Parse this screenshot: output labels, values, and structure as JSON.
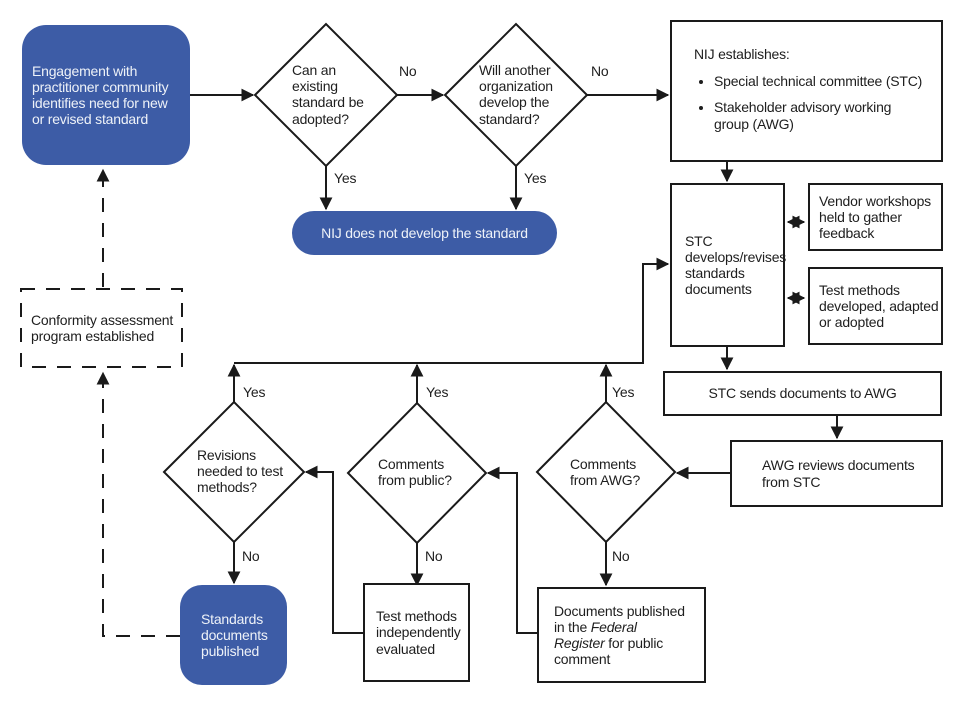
{
  "title": "NIJ standards development process flowchart",
  "labels": {
    "yes": "Yes",
    "no": "No"
  },
  "colors": {
    "accent_blue": "#3d5ca6",
    "line": "#1a1a1a",
    "text_on_blue": "#eef2f8",
    "background": "#ffffff"
  },
  "nodes": {
    "engagement": {
      "text": "Engagement with practitioner community identifies need for new or revised standard"
    },
    "can_existing": {
      "text": "Can an existing standard be adopted?"
    },
    "will_another": {
      "text": "Will another organization develop the standard?"
    },
    "nij_establishes": {
      "title": "NIJ establishes:",
      "bullets": [
        "Special technical committee (STC)",
        "Stakeholder advisory working group (AWG)"
      ]
    },
    "nij_no_develop": {
      "text": "NIJ does not develop the standard"
    },
    "conformity": {
      "text": "Conformity assessment program established"
    },
    "stc_develops": {
      "text": "STC develops/revises standards documents"
    },
    "vendor_workshops": {
      "text": "Vendor workshops held to gather feedback"
    },
    "test_methods_dev": {
      "text": "Test methods developed, adapted or adopted"
    },
    "stc_sends": {
      "text": "STC sends documents to AWG"
    },
    "awg_reviews": {
      "text": "AWG reviews documents from STC"
    },
    "comments_awg": {
      "text": "Comments from AWG?"
    },
    "federal_register": {
      "pre": "Documents published in the",
      "italic": "Federal Register",
      "post": "for public comment"
    },
    "comments_public": {
      "text": "Comments from public?"
    },
    "test_independent": {
      "text": "Test methods independently evaluated"
    },
    "revisions_needed": {
      "text": "Revisions needed to test methods?"
    },
    "standards_published": {
      "text": "Standards documents published"
    }
  }
}
